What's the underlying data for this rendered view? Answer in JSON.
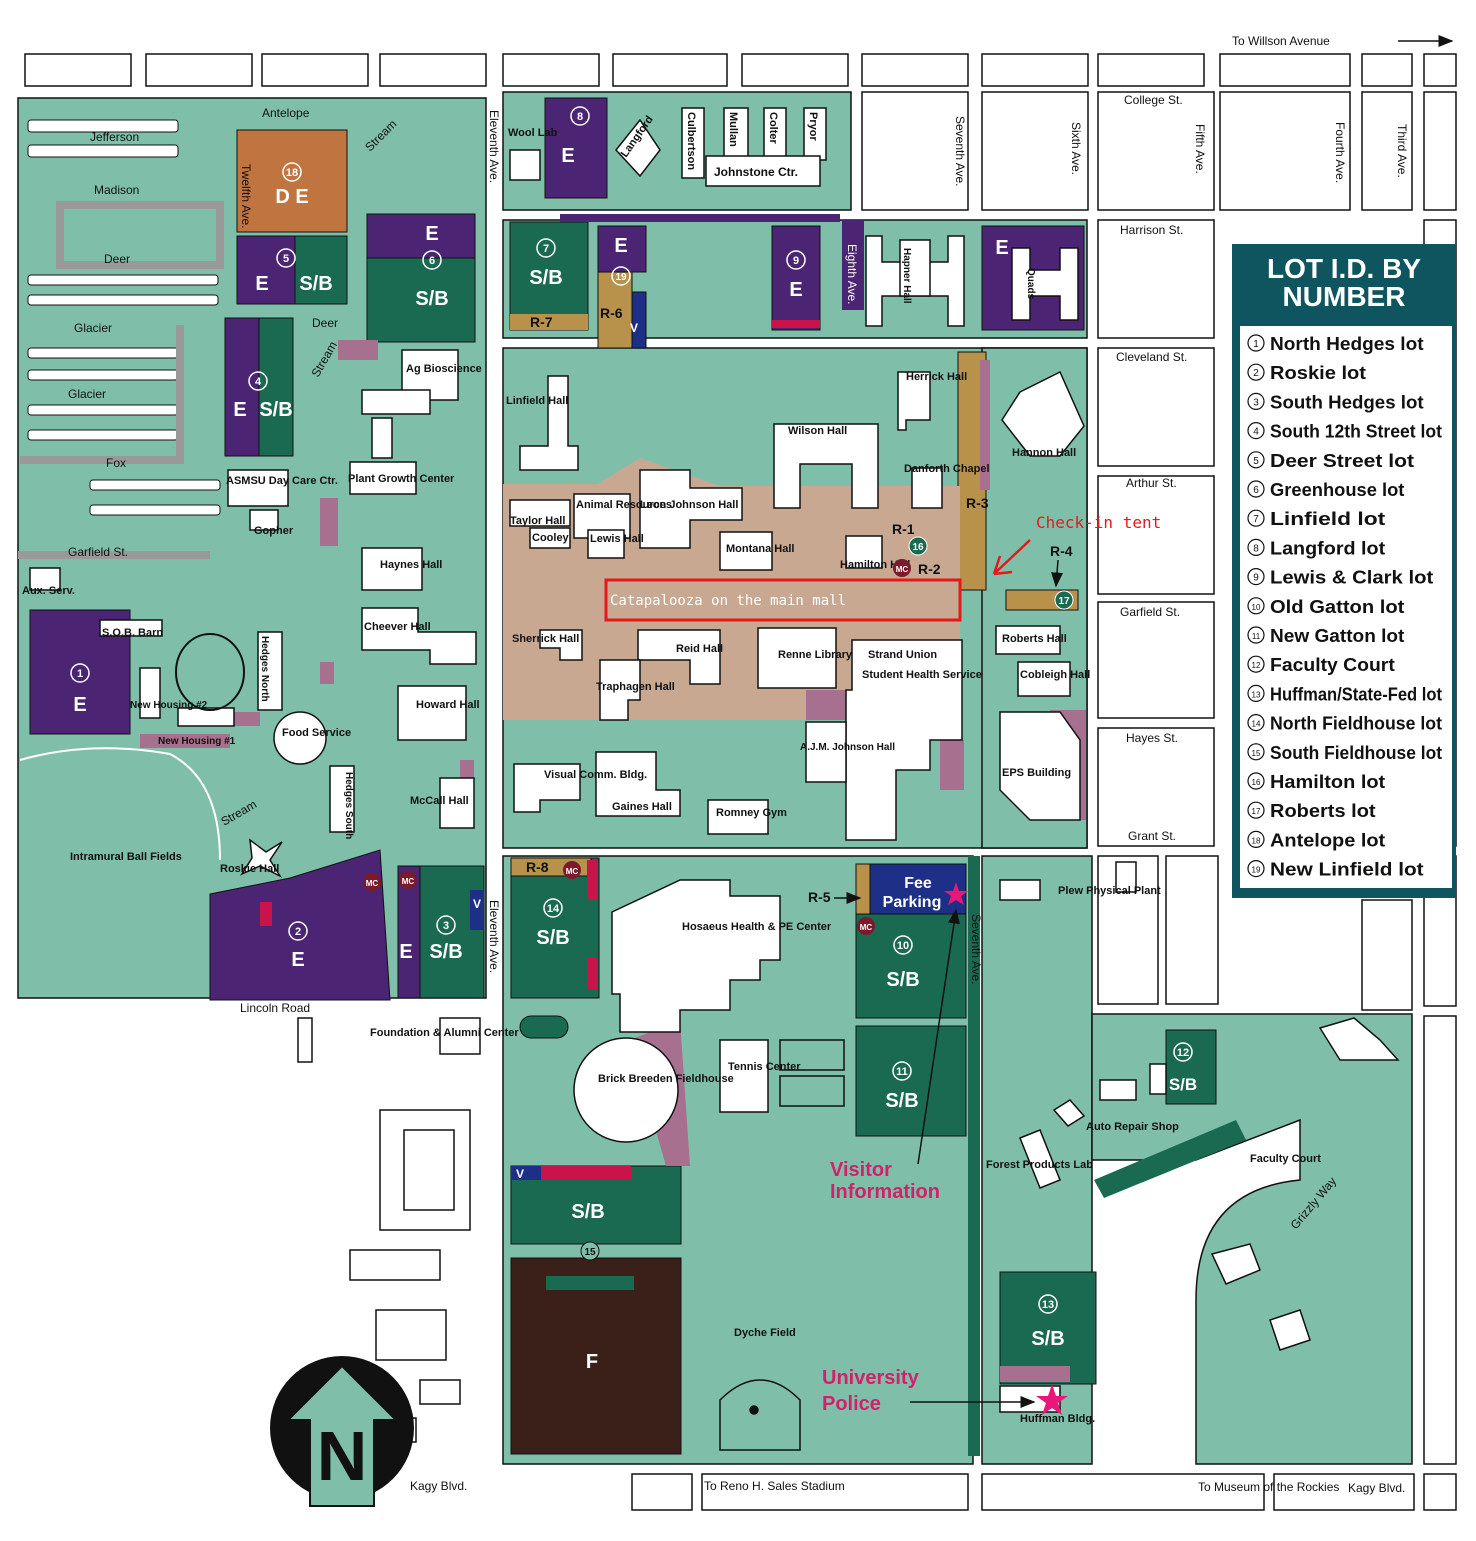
{
  "map": {
    "colors": {
      "campus_green": "#7fbfaa",
      "employee_purple": "#4b2474",
      "student_green": "#1a6a52",
      "reserved_gold": "#b8924a",
      "fee_blue": "#1d2f86",
      "faculty_lot": "#1a6a52",
      "event_brown": "#3b201a",
      "antelope_orange": "#c07440",
      "mall_tan": "#c9a892",
      "sidewalk_mauve": "#a8708f",
      "callout_pink": "#d3206b",
      "annotation_red": "#e11b1b",
      "legend_dark": "#0f5560"
    },
    "top_direction": "To Willson Avenue",
    "streets": {
      "antelope": "Antelope",
      "jefferson": "Jefferson",
      "madison": "Madison",
      "deer": "Deer",
      "deer2": "Deer",
      "glacier": "Glacier",
      "glacier2": "Glacier",
      "fox": "Fox",
      "garfield_w": "Garfield St.",
      "garfield_e": "Garfield St.",
      "twelfth": "Twelfth Ave.",
      "eleventh": "Eleventh Ave.",
      "eleventh2": "Eleventh Ave.",
      "seventh": "Seventh Ave.",
      "seventh2": "Seventh Ave.",
      "sixth": "Sixth Ave.",
      "fifth": "Fifth Ave.",
      "fourth": "Fourth Ave.",
      "third": "Third Ave.",
      "eighth": "Eighth Ave.",
      "college": "College St.",
      "harrison": "Harrison St.",
      "cleveland": "Cleveland St.",
      "arthur": "Arthur St.",
      "hayes": "Hayes St.",
      "grant": "Grant St.",
      "lincoln": "Lincoln Road",
      "kagy_w": "Kagy Blvd.",
      "kagy_e": "Kagy Blvd.",
      "grizzly": "Grizzly Way",
      "stream1": "Stream",
      "stream2": "Stream",
      "stream3": "Stream",
      "reno": "To Reno H. Sales Stadium",
      "museum": "To Museum of the Rockies"
    },
    "buildings": {
      "wool_lab": "Wool Lab",
      "langford": "Langford",
      "culbertson": "Culbertson",
      "mullan": "Mullan",
      "colter": "Colter",
      "pryor": "Pryor",
      "johnstone": "Johnstone Ctr.",
      "hapner": "Hapner Hall",
      "quads": "Quads",
      "ag_bio": "Ag Bioscience",
      "plant_growth": "Plant Growth Center",
      "asmsu": "ASMSU Day Care Ctr.",
      "gopher": "Gopher",
      "linfield": "Linfield Hall",
      "herrick": "Herrick Hall",
      "wilson": "Wilson Hall",
      "hannon": "Hannon Hall",
      "danforth": "Danforth Chapel",
      "taylor": "Taylor Hall",
      "animal": "Animal Resources",
      "leon": "Leon Johnson Hall",
      "cooley": "Cooley",
      "lewis": "Lewis Hall",
      "montana": "Montana Hall",
      "hamilton": "Hamilton Hall",
      "haynes": "Haynes Hall",
      "aux": "Aux. Serv.",
      "sob": "S.O.B. Barn",
      "hedges_n": "Hedges North",
      "cheever": "Cheever Hall",
      "sherrick": "Sherrick Hall",
      "reid": "Reid Hall",
      "renne": "Renne Library",
      "strand": "Strand Union",
      "health": "Student Health Service",
      "roberts": "Roberts Hall",
      "cobleigh": "Cobleigh Hall",
      "traphagen": "Traphagen Hall",
      "new_housing2": "New Housing #2",
      "new_housing1": "New Housing #1",
      "food": "Food Service",
      "howard": "Howard Hall",
      "ajm": "A.J.M. Johnson Hall",
      "eps": "EPS Building",
      "visual": "Visual Comm. Bldg.",
      "gaines": "Gaines Hall",
      "romney": "Romney Gym",
      "mccall": "McCall Hall",
      "hedges_s": "Hedges South",
      "intramural": "Intramural Ball Fields",
      "roskie": "Roskie Hall",
      "hosaeus": "Hosaeus Health & PE Center",
      "plew": "Plew Physical Plant",
      "foundation": "Foundation & Alumni Center",
      "tennis": "Tennis Center",
      "brick": "Brick Breeden Fieldhouse",
      "auto": "Auto Repair Shop",
      "forest": "Forest Products Lab",
      "faculty_court": "Faculty Court",
      "dyche": "Dyche Field",
      "huffman": "Huffman Bldg."
    },
    "lots": {
      "l18": {
        "num": "18",
        "code": "D E"
      },
      "l5e": "E",
      "l5": {
        "num": "5",
        "code": "S/B"
      },
      "l6e": "E",
      "l6": {
        "num": "6",
        "code": "S/B"
      },
      "l4e": "E",
      "l4": {
        "num": "4",
        "code": "S/B"
      },
      "l1": {
        "num": "1",
        "code": "E"
      },
      "l8": {
        "num": "8",
        "code": "E"
      },
      "l7": {
        "num": "7",
        "code": "S/B"
      },
      "l19": {
        "num": "19",
        "code": "E"
      },
      "l9": {
        "num": "9",
        "code": "E"
      },
      "lquads": "E",
      "l16": "16",
      "l17": "17",
      "l2": {
        "num": "2",
        "code": "E"
      },
      "l3e": "E",
      "l3": {
        "num": "3",
        "code": "S/B"
      },
      "l14": {
        "num": "14",
        "code": "S/B"
      },
      "l10": {
        "num": "10",
        "code": "S/B"
      },
      "l11": {
        "num": "11",
        "code": "S/B"
      },
      "l12": {
        "num": "12",
        "code": "S/B"
      },
      "l15": {
        "num": "15",
        "code": "S/B"
      },
      "lF": "F",
      "l13": {
        "num": "13",
        "code": "S/B"
      }
    },
    "reserved": [
      "R-1",
      "R-2",
      "R-3",
      "R-4",
      "R-5",
      "R-6",
      "R-7",
      "R-8"
    ],
    "badges": {
      "mc": "MC",
      "v": "V"
    },
    "fee_parking": [
      "Fee",
      "Parking"
    ],
    "callouts": {
      "visitor": [
        "Visitor",
        "Information"
      ],
      "police": [
        "University",
        "Police"
      ]
    },
    "annotations": {
      "checkin": "Check-in tent",
      "catapalooza": "Catapalooza on the main mall"
    },
    "compass": "N"
  },
  "legend": {
    "title": [
      "LOT I.D. BY",
      "NUMBER"
    ],
    "items": [
      {
        "num": "1",
        "name": "North Hedges lot"
      },
      {
        "num": "2",
        "name": "Roskie lot"
      },
      {
        "num": "3",
        "name": "South Hedges lot"
      },
      {
        "num": "4",
        "name": "South 12th Street lot"
      },
      {
        "num": "5",
        "name": "Deer Street lot"
      },
      {
        "num": "6",
        "name": "Greenhouse lot"
      },
      {
        "num": "7",
        "name": "Linfield lot"
      },
      {
        "num": "8",
        "name": "Langford lot"
      },
      {
        "num": "9",
        "name": "Lewis & Clark lot"
      },
      {
        "num": "10",
        "name": "Old Gatton lot"
      },
      {
        "num": "11",
        "name": "New Gatton lot"
      },
      {
        "num": "12",
        "name": "Faculty Court"
      },
      {
        "num": "13",
        "name": "Huffman/State-Fed lot"
      },
      {
        "num": "14",
        "name": "North Fieldhouse lot"
      },
      {
        "num": "15",
        "name": "South Fieldhouse lot"
      },
      {
        "num": "16",
        "name": "Hamilton lot"
      },
      {
        "num": "17",
        "name": "Roberts lot"
      },
      {
        "num": "18",
        "name": "Antelope lot"
      },
      {
        "num": "19",
        "name": "New Linfield lot"
      }
    ]
  }
}
